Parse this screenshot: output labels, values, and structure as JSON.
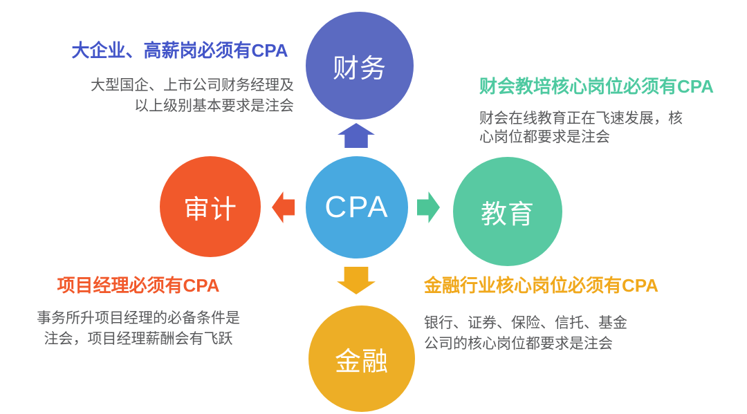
{
  "diagram": {
    "center_node": {
      "label": "CPA",
      "color": "#48a9e0",
      "text_color": "#ffffff"
    },
    "nodes": [
      {
        "name": "finance-dept",
        "label": "财务",
        "color": "#5b6ac1"
      },
      {
        "name": "audit",
        "label": "审计",
        "color": "#f1592b"
      },
      {
        "name": "education",
        "label": "教育",
        "color": "#58c9a2"
      },
      {
        "name": "banking",
        "label": "金融",
        "color": "#edae26"
      }
    ],
    "arrows": [
      {
        "name": "arrow-up",
        "direction": "up",
        "color": "#5363c4"
      },
      {
        "name": "arrow-left",
        "direction": "left",
        "color": "#f0572b"
      },
      {
        "name": "arrow-right",
        "direction": "right",
        "color": "#4dc597"
      },
      {
        "name": "arrow-down",
        "direction": "down",
        "color": "#f0ac1d"
      }
    ],
    "callouts": [
      {
        "position": "top-left",
        "title": "大企业、高薪岗必须有CPA",
        "title_color": "#4355c8",
        "lines": [
          "大型国企、上市公司财务经理及",
          "以上级别基本要求是注会"
        ]
      },
      {
        "position": "top-right",
        "title": "财会教培核心岗位必须有CPA",
        "title_color": "#4ec9a0",
        "lines": [
          "财会在线教育正在飞速发展，核",
          "心岗位都要求是注会"
        ]
      },
      {
        "position": "bottom-left",
        "title": "项目经理必须有CPA",
        "title_color": "#f1592b",
        "lines": [
          "事务所升项目经理的必备条件是",
          "注会，项目经理薪酬会有飞跃"
        ]
      },
      {
        "position": "bottom-right",
        "title": "金融行业核心岗位必须有CPA",
        "title_color": "#f0a81c",
        "lines": [
          "银行、证券、保险、信托、基金",
          "公司的核心岗位都要求是注会"
        ]
      }
    ],
    "body_text_color": "#58595b",
    "background_color": "#ffffff"
  }
}
